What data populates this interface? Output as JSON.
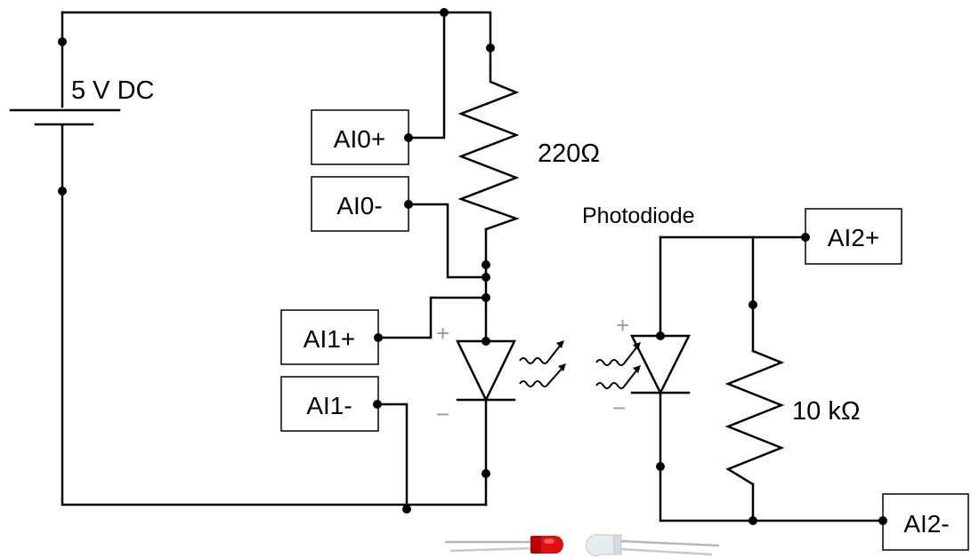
{
  "supply": {
    "label": "5 V DC"
  },
  "resistor_1": {
    "label": "220Ω"
  },
  "resistor_2": {
    "label": "10 kΩ"
  },
  "photodiode": {
    "label": "Photodiode"
  },
  "terminals": {
    "ai0_pos": "AI0+",
    "ai0_neg": "AI0-",
    "ai1_pos": "AI1+",
    "ai1_neg": "AI1-",
    "ai2_pos": "AI2+",
    "ai2_neg": "AI2-"
  },
  "polarity": {
    "plus": "+",
    "minus": "−"
  },
  "colors": {
    "wire": "#000000",
    "polarity_marks": "#9a9a9a",
    "led_body": "#d40000",
    "photodiode_body": "#e8eef0"
  }
}
